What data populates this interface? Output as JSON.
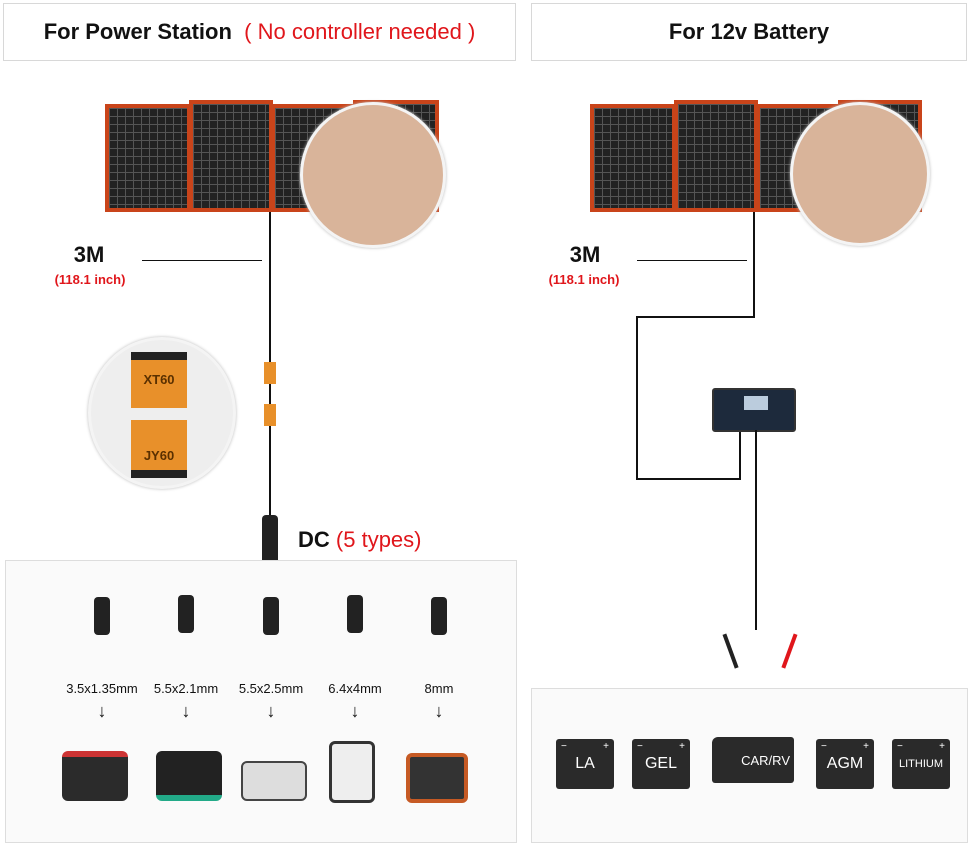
{
  "left": {
    "title": "For Power Station",
    "note": "( No controller needed )",
    "cable_length": "3M",
    "cable_length_inch": "(118.1 inch)",
    "connector_top": "XT60",
    "connector_bottom": "JY60",
    "dc_label": "DC",
    "dc_types": "(5 types)",
    "tips": [
      "3.5x1.35mm",
      "5.5x2.1mm",
      "5.5x2.5mm",
      "6.4x4mm",
      "8mm"
    ],
    "arrow": "↓"
  },
  "right": {
    "title": "For 12v Battery",
    "cable_length": "3M",
    "cable_length_inch": "(118.1 inch)",
    "batteries": [
      "LA",
      "GEL",
      "CAR/RV",
      "AGM",
      "LITHIUM"
    ],
    "minus": "−",
    "plus": "+"
  },
  "colors": {
    "accent_red": "#e0161b",
    "panel_frame": "#c9441a",
    "connector": "#e8902a"
  }
}
